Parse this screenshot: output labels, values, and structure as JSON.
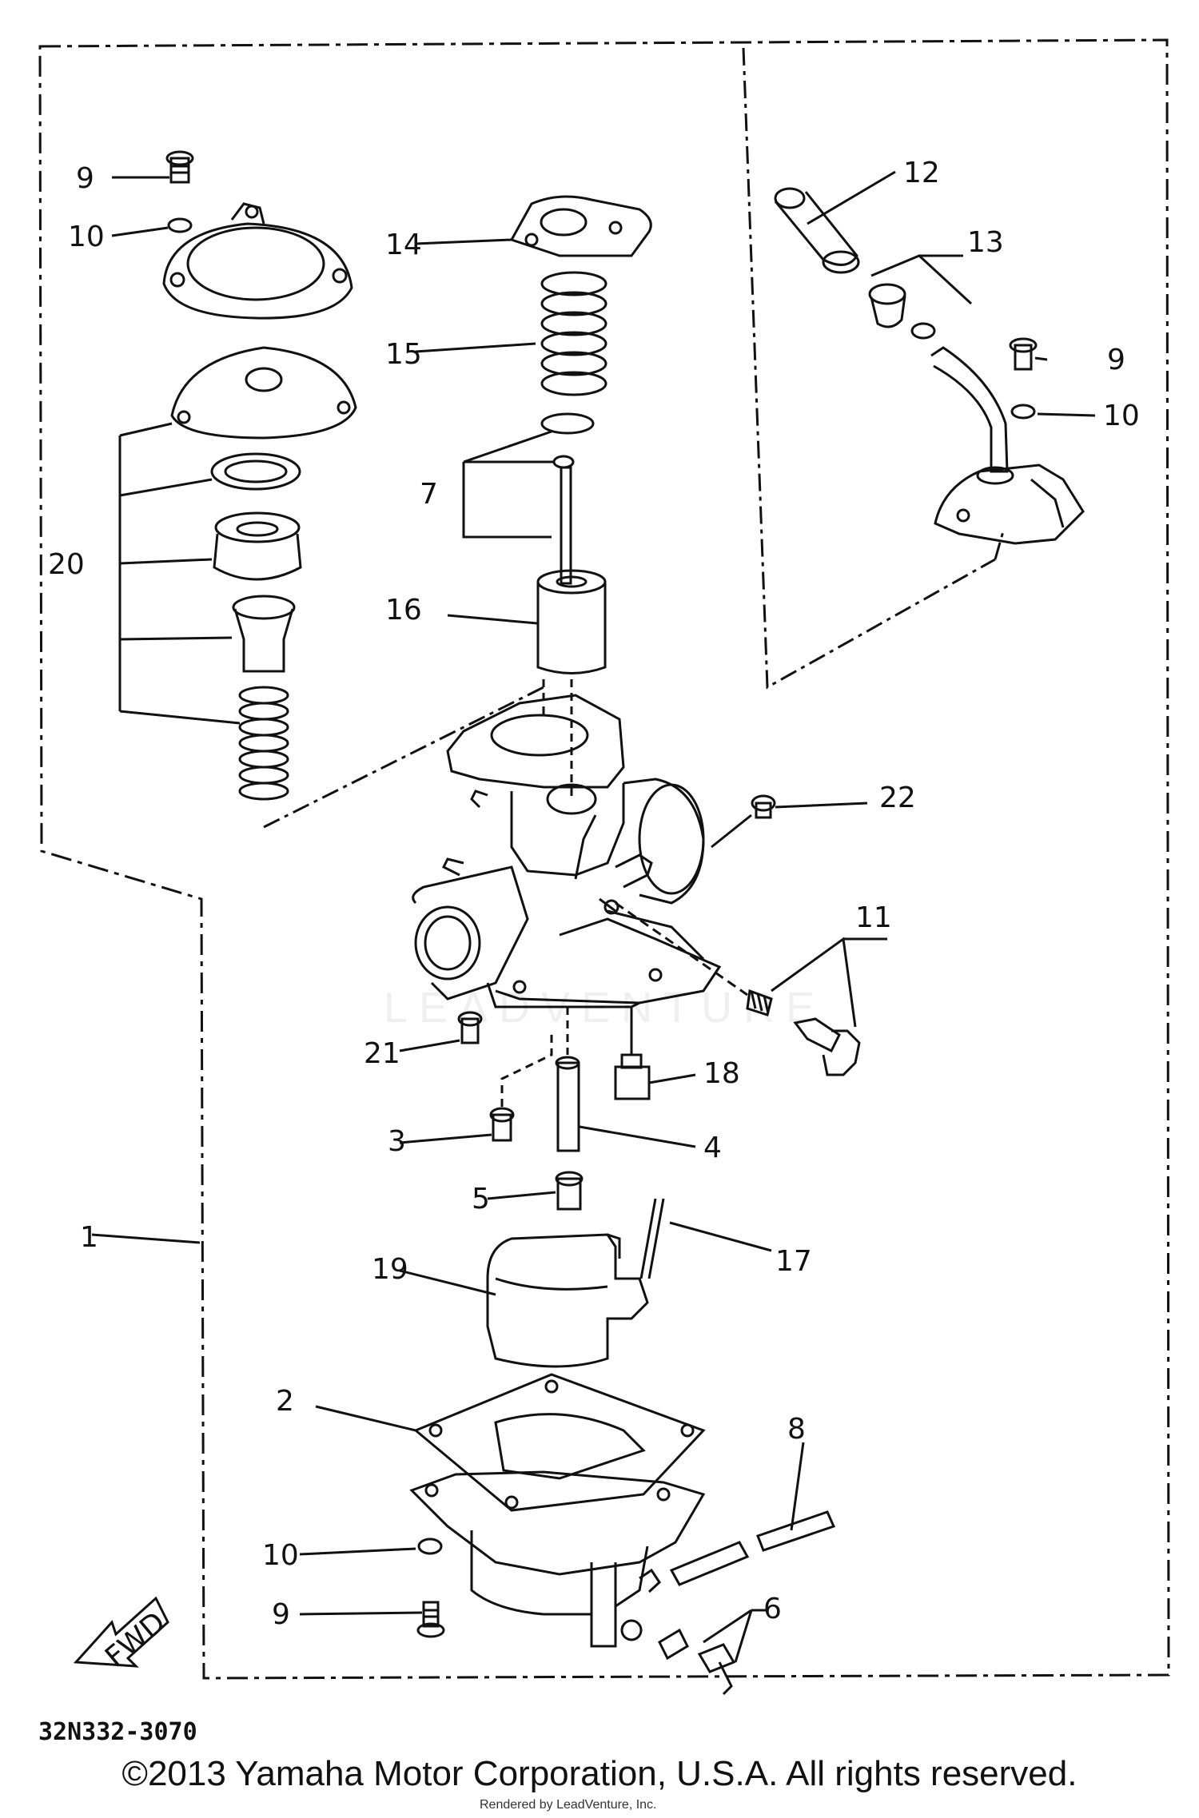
{
  "callouts": {
    "c1": "1",
    "c2": "2",
    "c3": "3",
    "c4": "4",
    "c5": "5",
    "c6": "6",
    "c7": "7",
    "c8": "8",
    "c9": "9",
    "c10": "10",
    "c11": "11",
    "c12": "12",
    "c13": "13",
    "c14": "14",
    "c15": "15",
    "c16": "16",
    "c17": "17",
    "c18": "18",
    "c19": "19",
    "c20": "20",
    "c21": "21",
    "c22": "22"
  },
  "fwd_label": "FWD",
  "part_code": "32N332-3070",
  "watermark": "LEADVENTURE",
  "copyright": "©2013 Yamaha Motor Corporation, U.S.A. All rights reserved.",
  "rendered_by": "Rendered by LeadVenture, Inc."
}
